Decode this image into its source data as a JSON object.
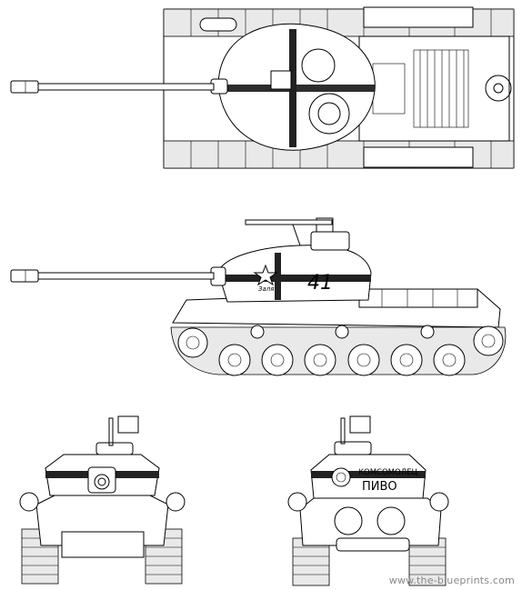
{
  "markings": {
    "tactical_number": "41",
    "turret_slogan_line1": "КОМСОМОЛЕЦ",
    "turret_slogan_line2": "ПИВО",
    "side_script": "Заля"
  },
  "watermark": {
    "text": "www.the-blueprints.com"
  },
  "colors": {
    "line": "#000000",
    "identification_band": "#222222",
    "background": "#ffffff"
  }
}
